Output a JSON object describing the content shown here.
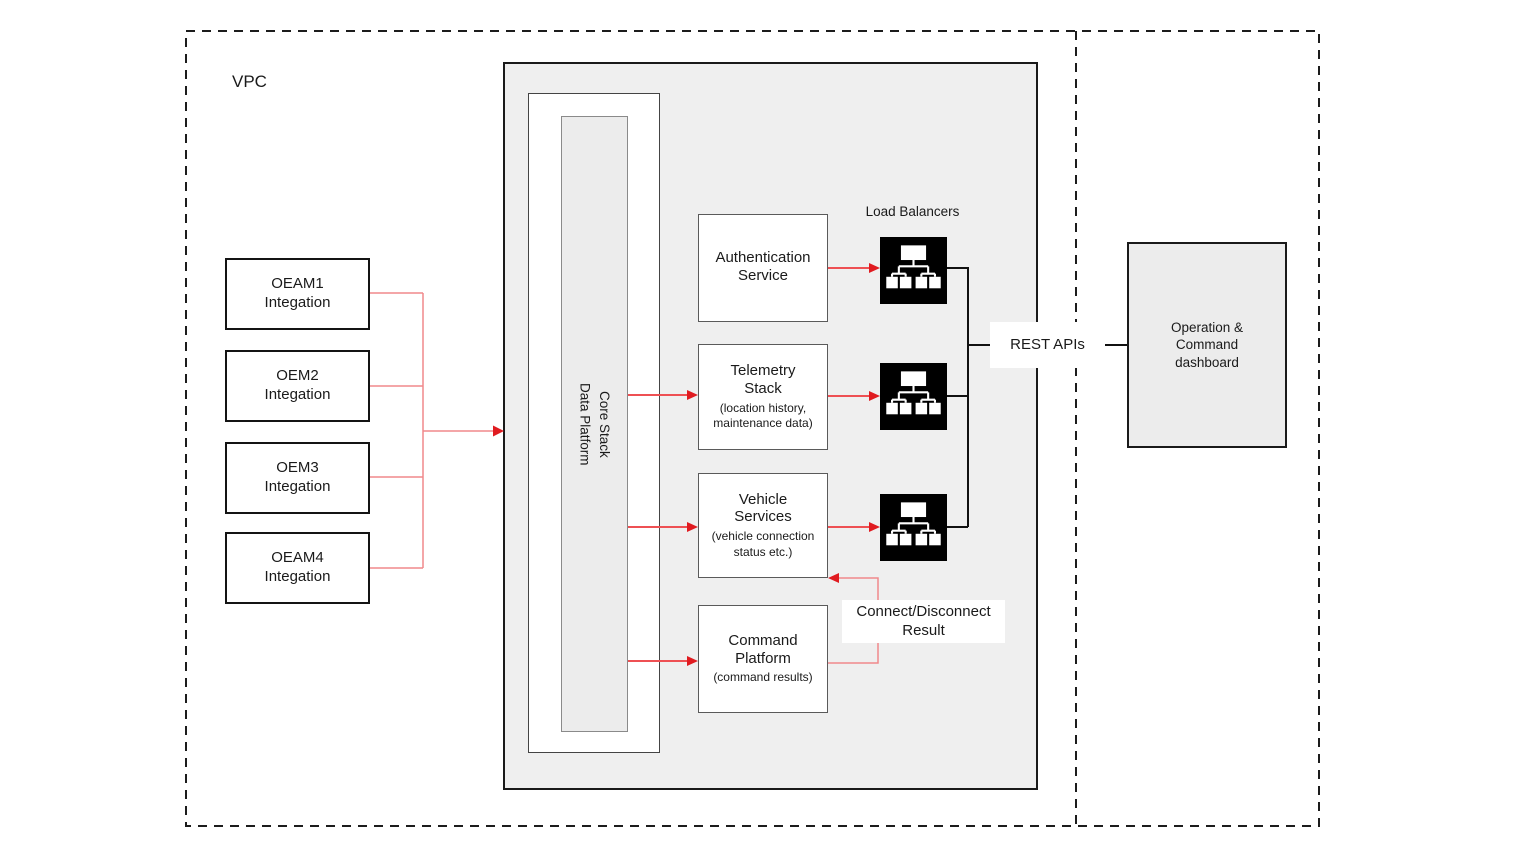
{
  "diagram": {
    "vpc_label": "VPC",
    "oem_nodes": [
      {
        "label": "OEAM1\nIntegation"
      },
      {
        "label": "OEM2\nIntegation"
      },
      {
        "label": "OEM3\nIntegation"
      },
      {
        "label": "OEAM4\nIntegation"
      }
    ],
    "core_stack_label": "Data Platform\nCore Stack",
    "services": [
      {
        "name": "Authentication\nService",
        "detail": ""
      },
      {
        "name": "Telemetry\nStack",
        "detail": "(location history,\nmaintenance data)"
      },
      {
        "name": "Vehicle\nServices",
        "detail": "(vehicle connection\nstatus etc.)"
      },
      {
        "name": "Command\nPlatform",
        "detail": "(command results)"
      }
    ],
    "load_balancers_label": "Load Balancers",
    "rest_apis_label": "REST APIs",
    "connect_disconnect_label": "Connect/Disconnect\nResult",
    "dashboard_label": "Operation &\nCommand\ndashboard",
    "icons": [
      {
        "name": "load-balancer-icon"
      },
      {
        "name": "load-balancer-icon"
      },
      {
        "name": "load-balancer-icon"
      }
    ],
    "colors": {
      "flow_line_red": "#ee5053",
      "fan_line_red": "#f0898b",
      "arrowhead_red": "#e01b20",
      "black_line": "#111111",
      "container_fill": "#efefef",
      "dashed_border": "#1c1c1c"
    }
  }
}
